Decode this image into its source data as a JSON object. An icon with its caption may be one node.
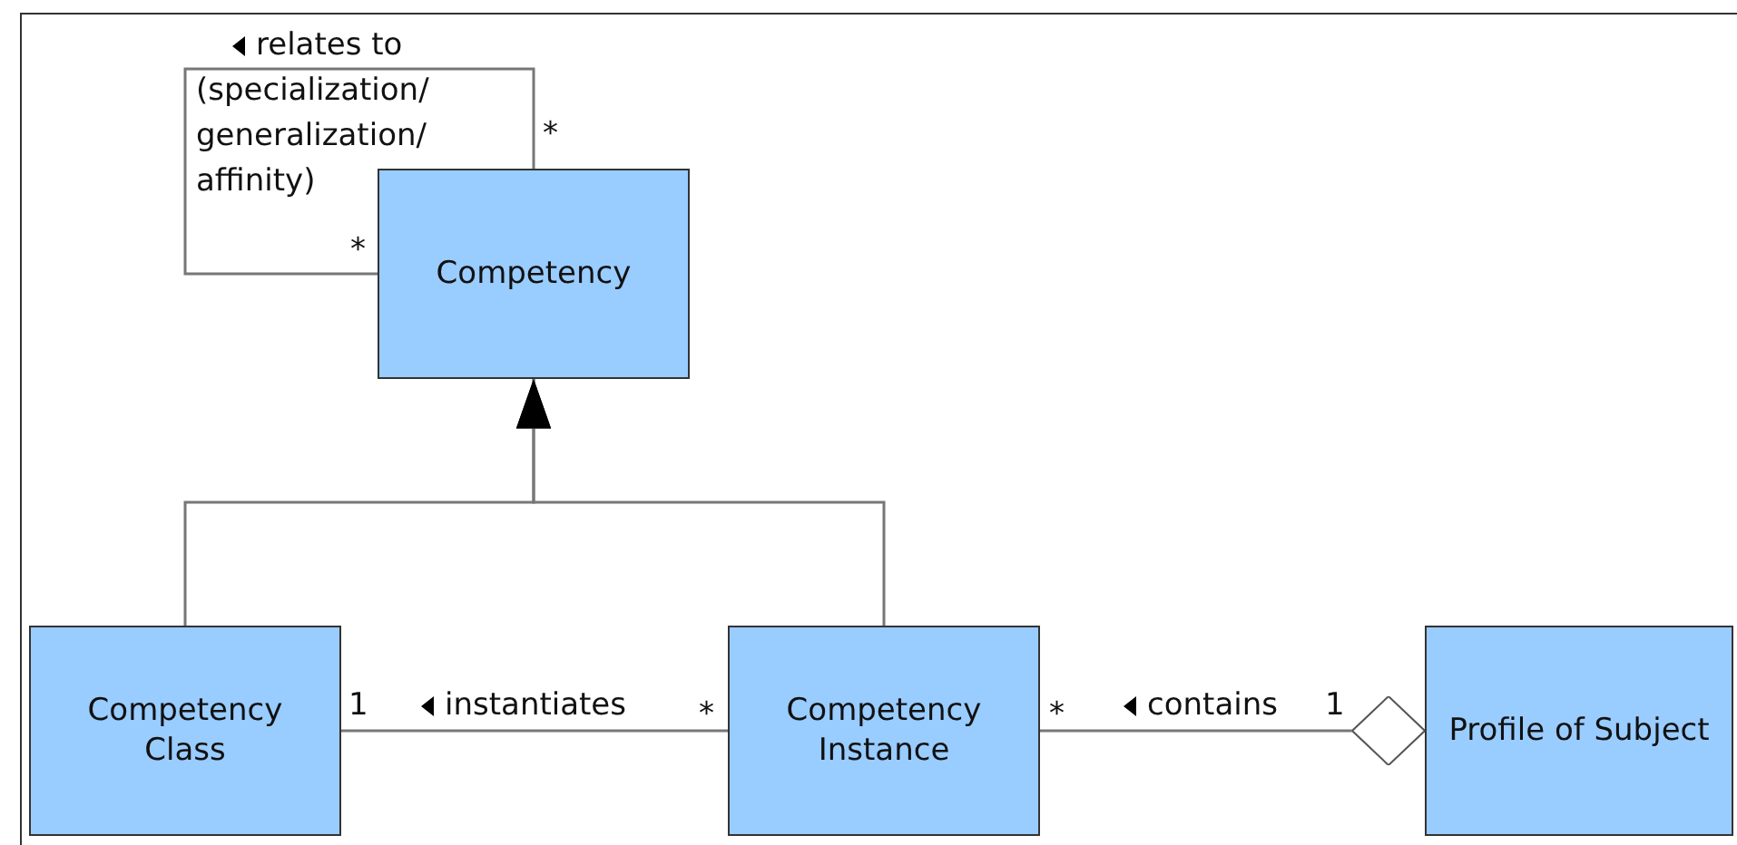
{
  "diagram": {
    "nodes": [
      {
        "text": [
          "Competency"
        ]
      },
      {
        "text": [
          "Competency Class"
        ]
      },
      {
        "text": [
          "Competency Instance"
        ]
      },
      {
        "text": [
          "Profile of Subject"
        ]
      }
    ],
    "edges": [
      {
        "from": 0,
        "to": 0,
        "arrow": "none",
        "label": "relates to (specialization/ generalization/ affinity)"
      },
      {
        "from": 1,
        "to": 0,
        "arrow": "to"
      },
      {
        "from": 2,
        "to": 0,
        "arrow": "to"
      },
      {
        "from": 1,
        "to": 2,
        "arrow": "none",
        "label": "instantiates"
      },
      {
        "from": 2,
        "to": 3,
        "arrow": "other",
        "label": "contains"
      }
    ],
    "labels": [
      "*",
      "*",
      "1",
      "*",
      "*",
      "1"
    ]
  }
}
